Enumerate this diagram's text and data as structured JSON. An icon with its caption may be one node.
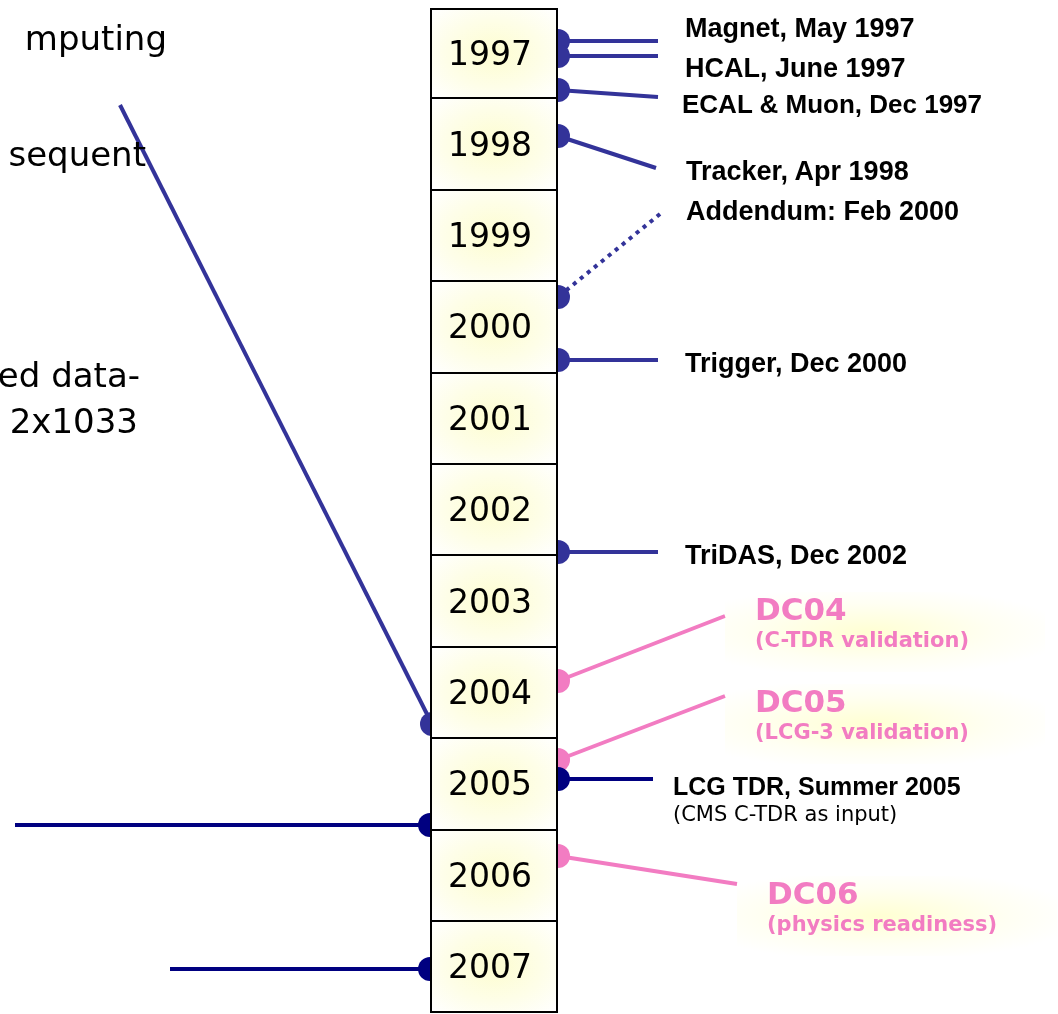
{
  "diagram": {
    "nodes": [
      {
        "text": [
          "1997"
        ]
      },
      {
        "text": [
          "1998"
        ]
      },
      {
        "text": [
          "1999"
        ]
      },
      {
        "text": [
          "2000"
        ]
      },
      {
        "text": [
          "2001"
        ]
      },
      {
        "text": [
          "2002"
        ]
      },
      {
        "text": [
          "2003"
        ]
      },
      {
        "text": [
          "2004"
        ]
      },
      {
        "text": [
          "2005"
        ]
      },
      {
        "text": [
          "2006"
        ]
      },
      {
        "text": [
          "2007"
        ]
      },
      {
        "text": [
          "Magnet,  May 1997"
        ]
      },
      {
        "text": [
          "HCAL, June 1997"
        ]
      },
      {
        "text": [
          "ECAL & Muon,  Dec 1997"
        ]
      },
      {
        "text": [
          "Tracker,  Apr 1998"
        ]
      },
      {
        "text": [
          "Addendum: Feb 2000"
        ]
      },
      {
        "text": [
          "Trigger, Dec 2000"
        ]
      },
      {
        "text": [
          "TriDAS, Dec 2002"
        ]
      },
      {
        "text": [
          "DC04",
          "(C-TDR validation)"
        ]
      },
      {
        "text": [
          "DC05",
          "(LCG-3 validation)"
        ]
      },
      {
        "text": [
          "LCG TDR, Summer 2005",
          "(CMS C-TDR as input)"
        ]
      },
      {
        "text": [
          "DC06",
          "(physics readiness)"
        ]
      }
    ],
    "edges": [
      {
        "from": 11,
        "to": 0,
        "arrow": "other"
      },
      {
        "from": 12,
        "to": 0,
        "arrow": "other"
      },
      {
        "from": 13,
        "to": 0,
        "arrow": "other"
      },
      {
        "from": 14,
        "to": 1,
        "arrow": "other"
      },
      {
        "from": 15,
        "to": 3,
        "arrow": "other",
        "style": "dashed"
      },
      {
        "from": 16,
        "to": 3,
        "arrow": "other"
      },
      {
        "from": 17,
        "to": 5,
        "arrow": "other"
      },
      {
        "from": 18,
        "to": 7,
        "arrow": "other",
        "color": "#f27cc2"
      },
      {
        "from": 19,
        "to": 8,
        "arrow": "other",
        "color": "#f27cc2"
      },
      {
        "from": 20,
        "to": 8,
        "arrow": "other",
        "color": "#000080"
      },
      {
        "from": 21,
        "to": 9,
        "arrow": "other",
        "color": "#f27cc2"
      },
      {
        "from": null,
        "to": 7,
        "arrow": "other"
      },
      {
        "from": null,
        "to": 8,
        "arrow": "other",
        "color": "#000080"
      },
      {
        "from": null,
        "to": 10,
        "arrow": "other",
        "color": "#000080"
      }
    ],
    "labels": [
      "mputing",
      "sequent",
      "ed data-",
      "2x1033"
    ]
  }
}
